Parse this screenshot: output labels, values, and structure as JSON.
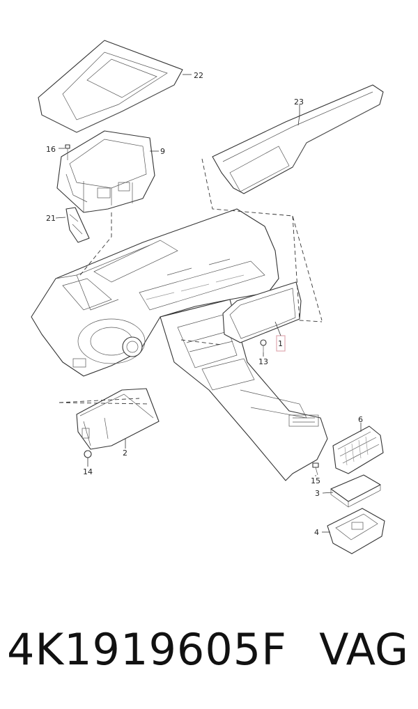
{
  "callouts": {
    "c1": "1",
    "c2": "2",
    "c3": "3",
    "c4": "4",
    "c6": "6",
    "c9": "9",
    "c13": "13",
    "c14": "14",
    "c15": "15",
    "c16": "16",
    "c21": "21",
    "c22": "22",
    "c23": "23"
  },
  "footer": {
    "part_number": "4K1919605F",
    "brand": "VAG"
  },
  "colors": {
    "line": "#333333",
    "highlight": "#e0a8b0"
  }
}
